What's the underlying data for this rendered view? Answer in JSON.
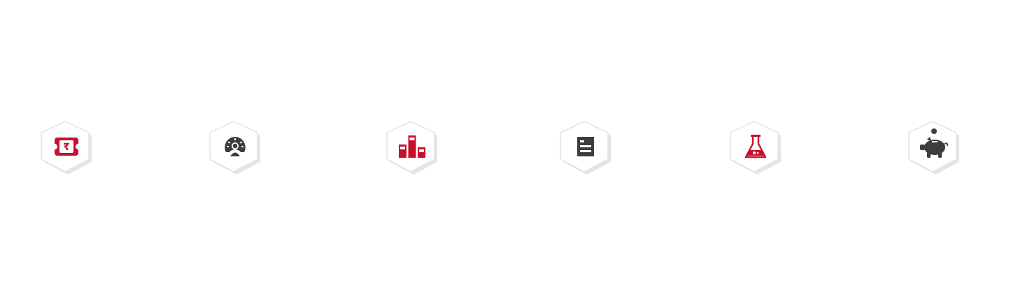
{
  "theme": {
    "accent": "#c8102e",
    "dark": "#3d3d3d",
    "tile_fill": "#ffffff",
    "tile_border": "#e2e2e2",
    "tile_shadow": "#d6d6d6"
  },
  "items": [
    {
      "icon": "rupee-note-icon",
      "color": "accent"
    },
    {
      "icon": "speedometer-user-icon",
      "color": "dark"
    },
    {
      "icon": "bar-chart-icon",
      "color": "accent"
    },
    {
      "icon": "document-icon",
      "color": "dark"
    },
    {
      "icon": "flask-icon",
      "color": "accent"
    },
    {
      "icon": "piggy-bank-icon",
      "color": "dark"
    }
  ]
}
